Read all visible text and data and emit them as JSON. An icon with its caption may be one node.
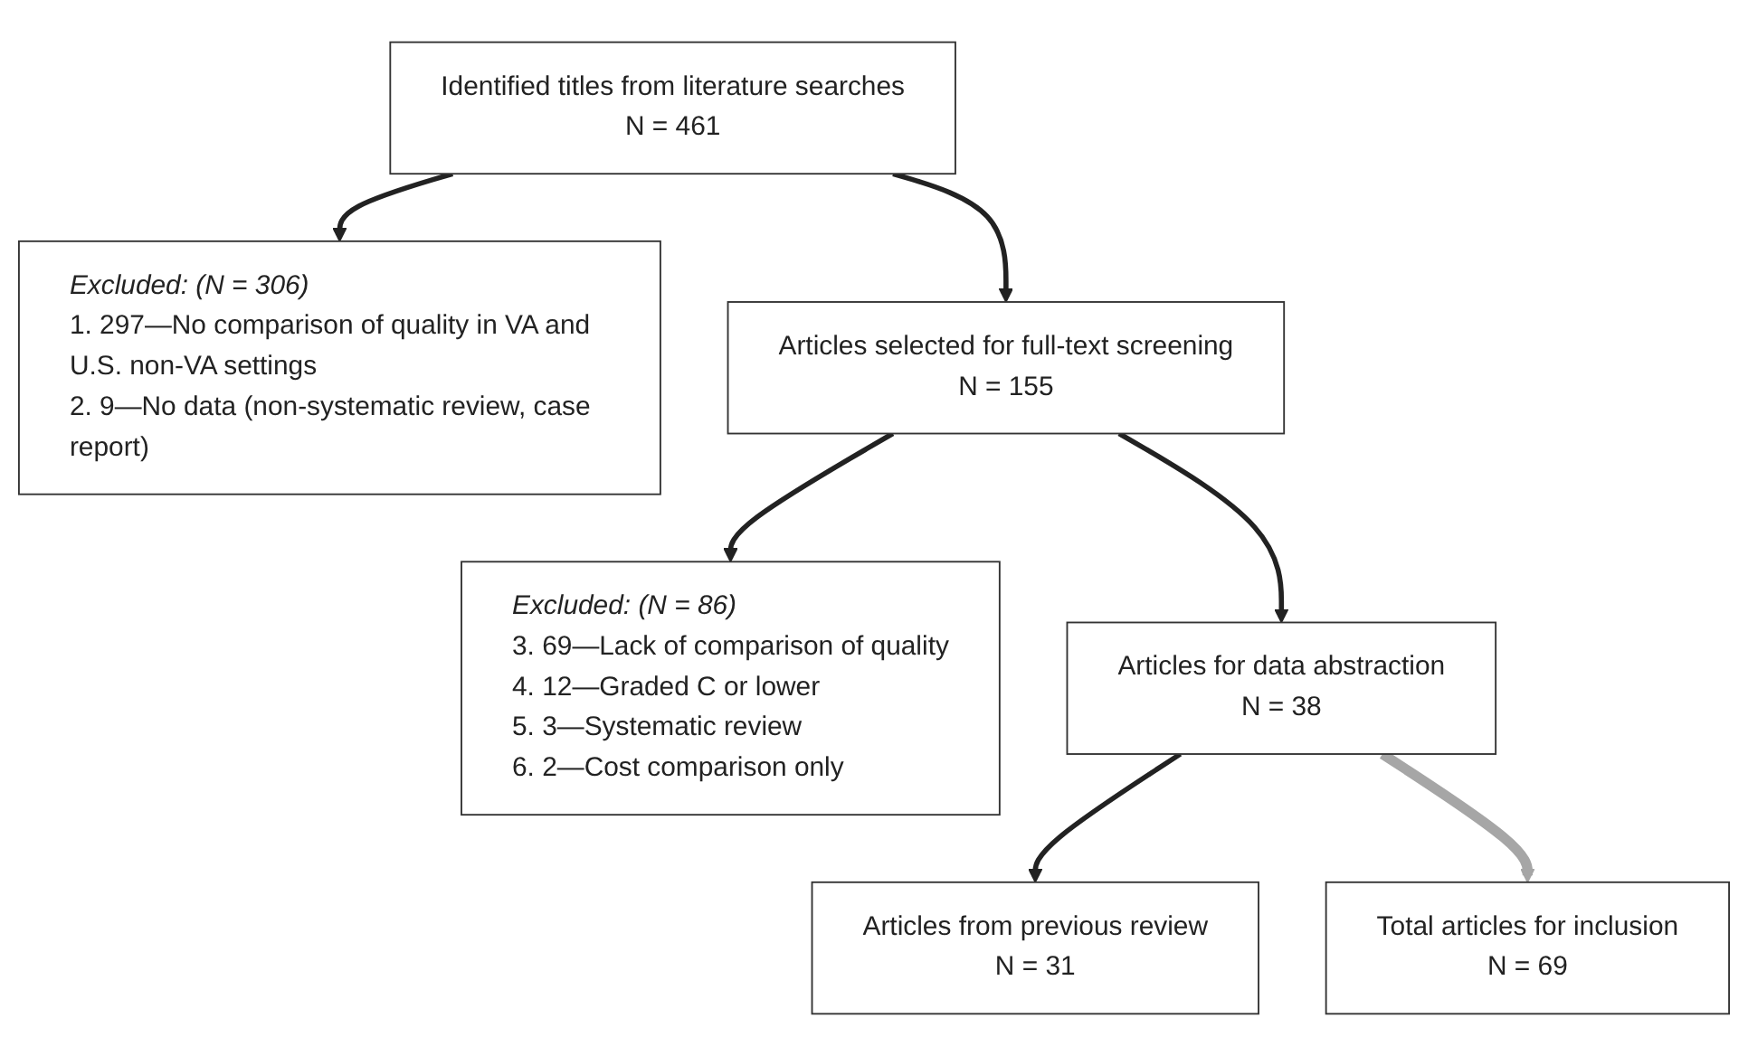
{
  "diagram": {
    "nodes": [
      {
        "text": [
          "Identified titles from literature searches",
          "N = 461"
        ]
      },
      {
        "text": [
          "Excluded: (N = 306)",
          "1. 297—No comparison of quality in VA and U.S. non-VA settings",
          "2. 9—No data (non-systematic review, case report)"
        ]
      },
      {
        "text": [
          "Articles selected for full-text screening",
          "N = 155"
        ]
      },
      {
        "text": [
          "Excluded: (N = 86)",
          "3. 69—Lack of comparison of quality",
          "4. 12—Graded C or lower",
          "5. 3—Systematic review",
          "6. 2—Cost comparison only"
        ]
      },
      {
        "text": [
          "Articles for data abstraction",
          "N = 38"
        ]
      },
      {
        "text": [
          "Articles from previous review",
          "N = 31"
        ]
      },
      {
        "text": [
          "Total articles for inclusion",
          "N = 69"
        ]
      }
    ],
    "edges": [
      {
        "from": 0,
        "to": 2,
        "arrow": "to"
      },
      {
        "from": 0,
        "to": 1,
        "arrow": "to"
      },
      {
        "from": 2,
        "to": 4,
        "arrow": "to"
      },
      {
        "from": 2,
        "to": 3,
        "arrow": "to"
      },
      {
        "from": 4,
        "to": 5,
        "arrow": "to"
      },
      {
        "from": 4,
        "to": 6,
        "arrow": "to",
        "style": "thick",
        "color": "#a6a6a6"
      }
    ]
  }
}
